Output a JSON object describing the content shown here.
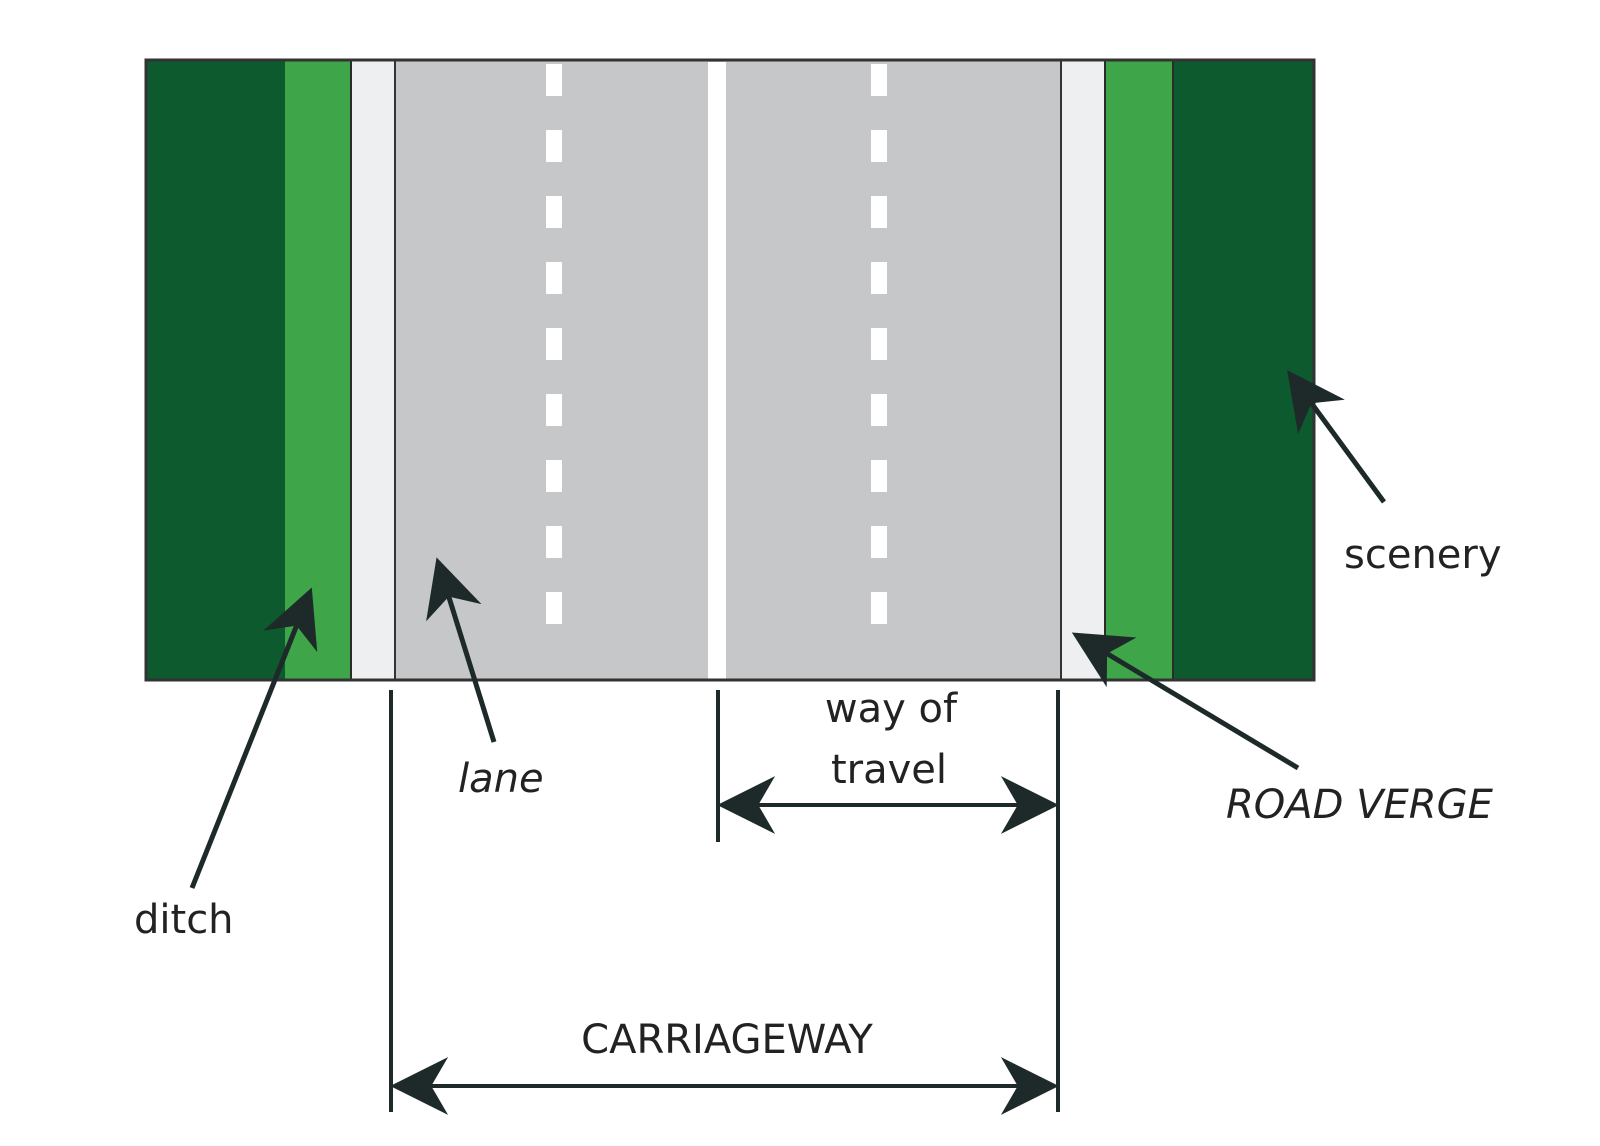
{
  "diagram": {
    "labels": {
      "scenery": "scenery",
      "road_verge": "ROAD VERGE",
      "way_of_travel_line1": "way of",
      "way_of_travel_line2": "travel",
      "lane": "lane",
      "ditch": "ditch",
      "carriageway": "CARRIAGEWAY"
    },
    "colors": {
      "scenery": "#0d5a2e",
      "ditch": "#3ea648",
      "verge": "#eeeff1",
      "road": "#c6c7c9",
      "lane_marking": "#ffffff",
      "outline": "#222222",
      "arrow": "#1e2a2a"
    }
  }
}
